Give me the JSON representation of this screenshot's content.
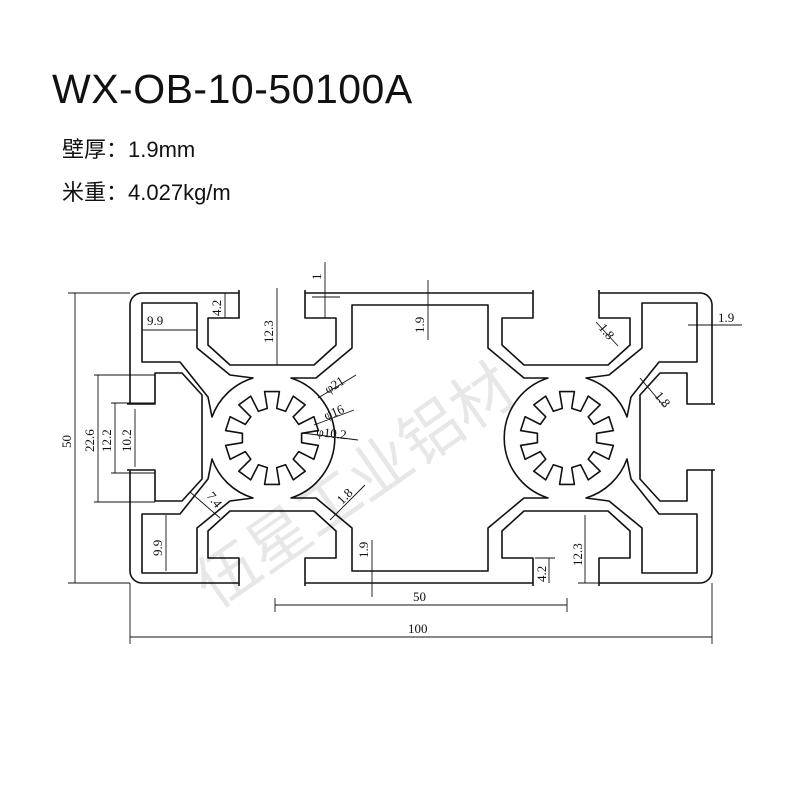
{
  "header": {
    "model": "WX-OB-10-50100A",
    "wall_thickness_label": "壁厚：",
    "wall_thickness_value": "1.9mm",
    "weight_label": "米重：",
    "weight_value": "4.027kg/m"
  },
  "watermark": "伍星工业铝材",
  "dimensions": {
    "height_total": "50",
    "side_outer": "22.6",
    "side_mid": "12.2",
    "side_opening": "10.2",
    "top_left_width": "9.9",
    "top_lip": "4.2",
    "top_slot_depth": "12.3",
    "top_step": "1",
    "center_wall_top": "1.9",
    "dia_outer": "φ21",
    "dia_mid": "φ16",
    "dia_inner": "φ10.2",
    "web_center": "1.8",
    "diag_web": "7.4",
    "bottom_left_height": "9.9",
    "center_wall_bottom": "1.9",
    "bottom_lip": "4.2",
    "bottom_slot_depth": "12.3",
    "width_half": "50",
    "width_total": "100",
    "right_web_upper": "1.8",
    "right_web_lower": "1.8",
    "right_wall": "1.9"
  }
}
